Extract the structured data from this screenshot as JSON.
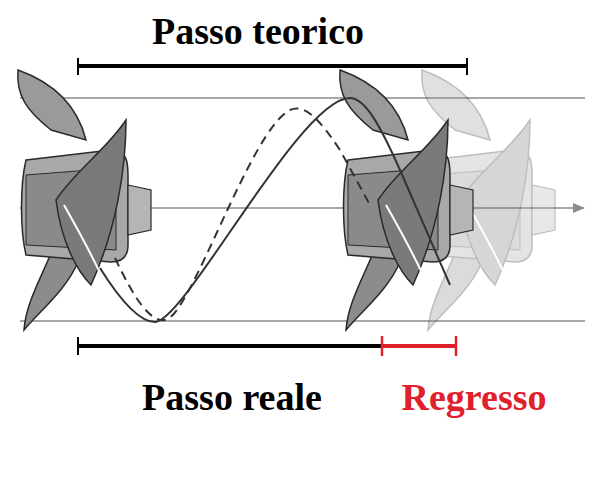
{
  "diagram": {
    "labels": [
      "Passo teorico",
      "Passo reale",
      "Regresso"
    ]
  }
}
